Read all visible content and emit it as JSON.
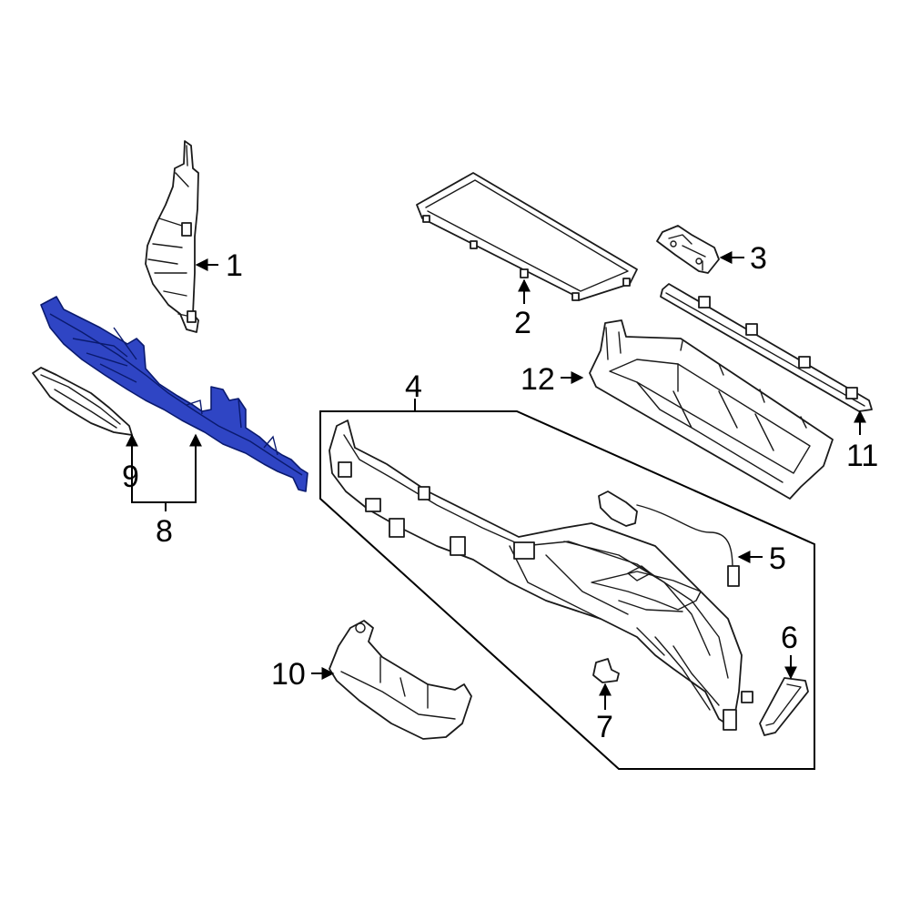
{
  "diagram": {
    "highlight_color": "#2f45c4",
    "line_color": "#1a1a1a",
    "callouts": {
      "c1": "1",
      "c2": "2",
      "c3": "3",
      "c4": "4",
      "c5": "5",
      "c6": "6",
      "c7": "7",
      "c8": "8",
      "c9": "9",
      "c10": "10",
      "c11": "11",
      "c12": "12"
    }
  }
}
